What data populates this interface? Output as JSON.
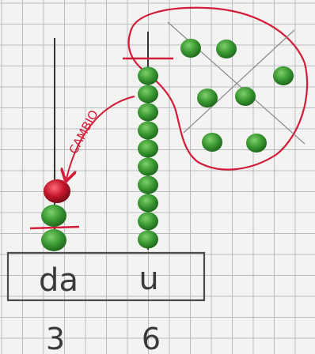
{
  "abacus": {
    "label_tens": "da",
    "label_units": "u",
    "count_tens": "3",
    "count_units": "6"
  },
  "annotation": {
    "exchange_label": "CAMBIO"
  },
  "colors": {
    "bead_green": "#3c9a34",
    "bead_green_dark": "#1f6a1c",
    "bead_red": "#c5162c",
    "ink_red": "#d21c3a",
    "rod": "#333333",
    "grid": "#b8bcc2",
    "box_border": "#4a4a4a",
    "paper": "#f3f4f1"
  }
}
